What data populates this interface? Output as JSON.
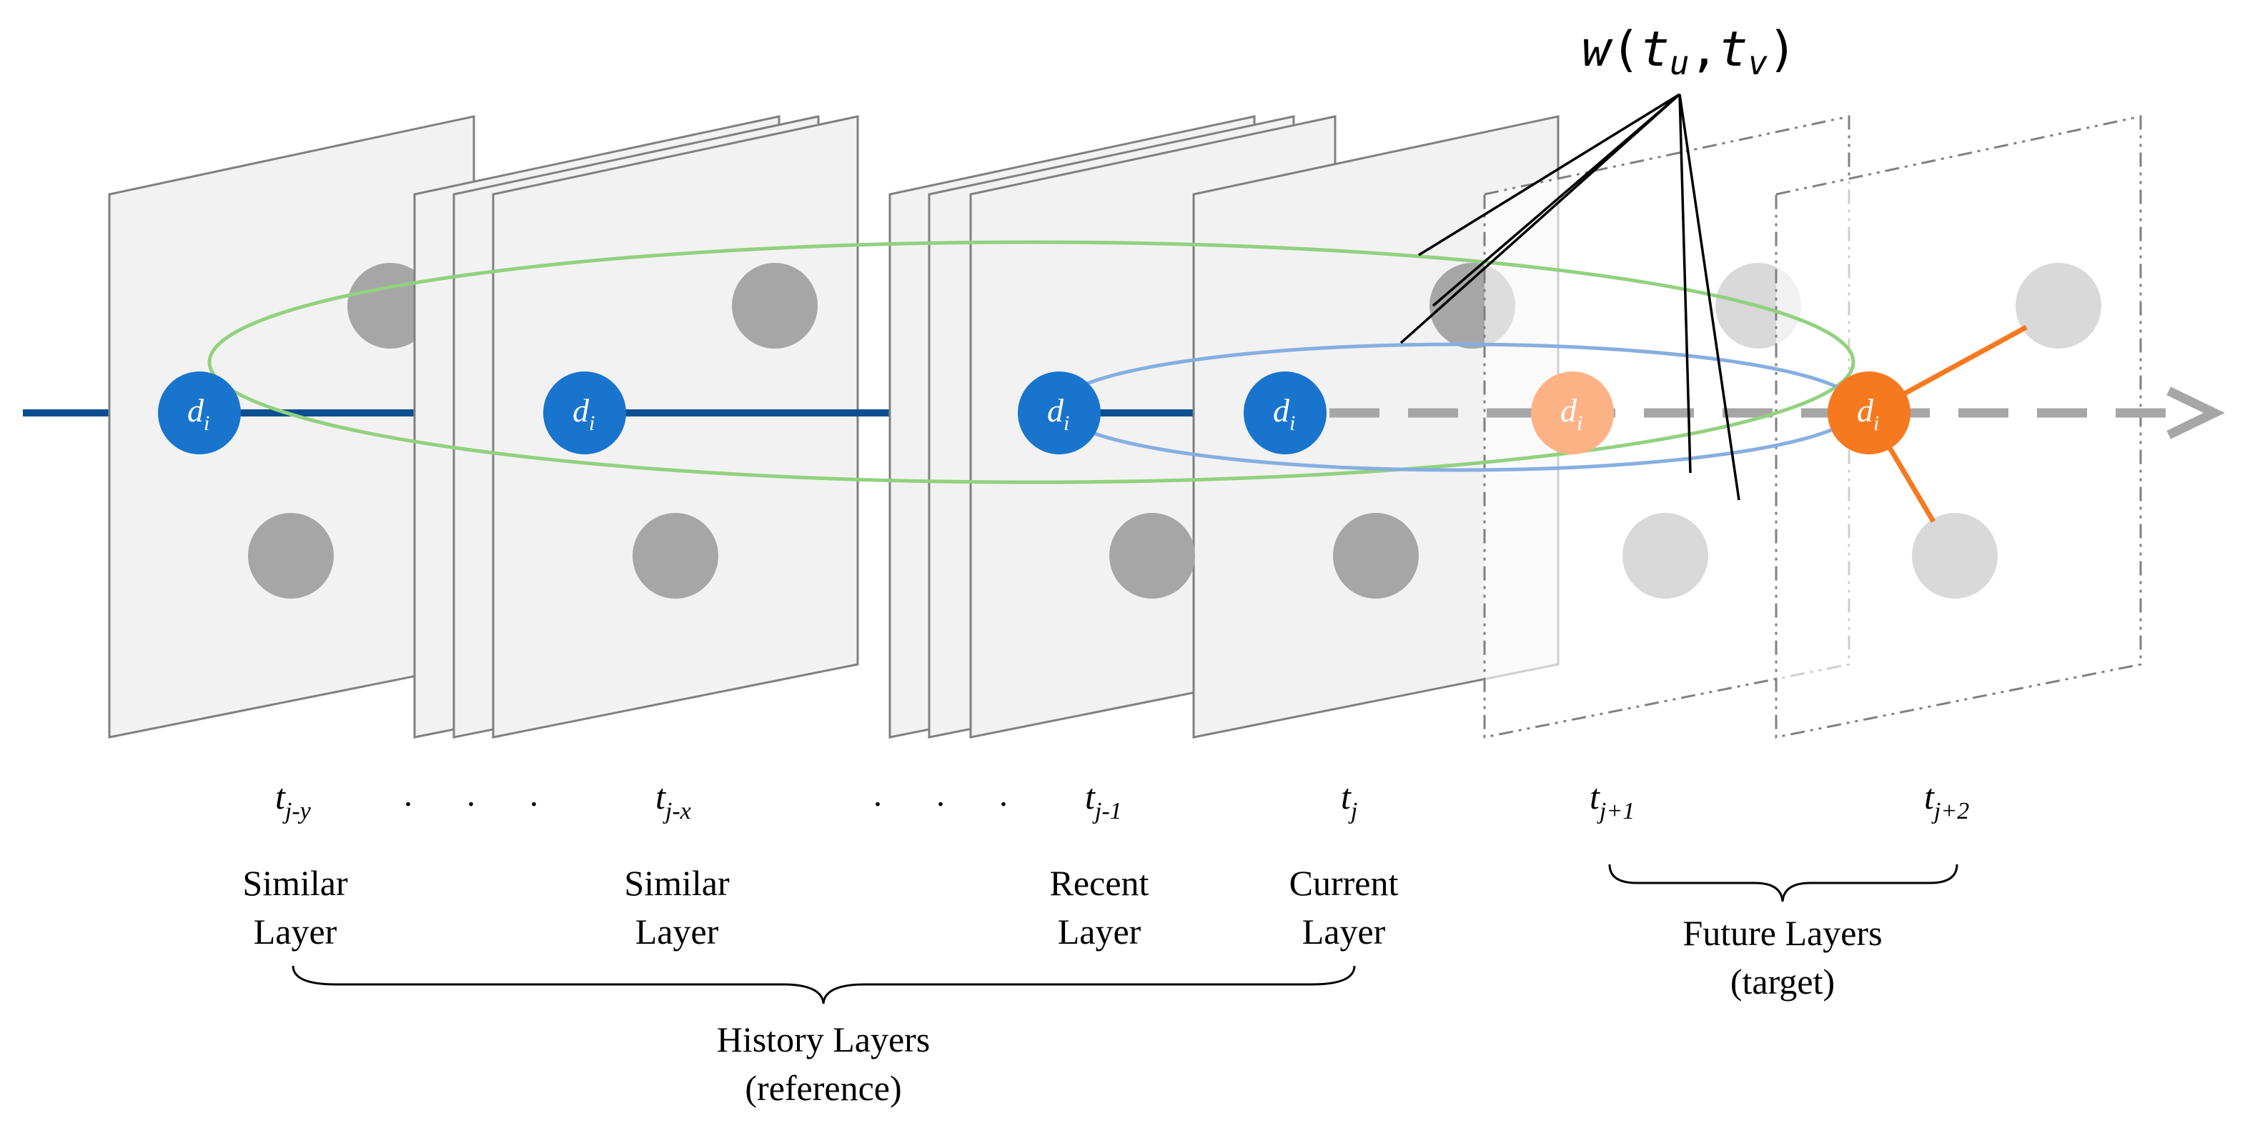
{
  "weight_label": {
    "fn": "w",
    "open": "(",
    "u_base": "t",
    "u_sub": "u",
    "comma": ",",
    "v_base": "t",
    "v_sub": "v",
    "close": ")"
  },
  "node_label": {
    "base": "d",
    "sub": "i"
  },
  "time_labels": [
    {
      "base": "t",
      "sub": "j-y"
    },
    {
      "base": "t",
      "sub": "j-x"
    },
    {
      "base": "t",
      "sub": "j-1"
    },
    {
      "base": "t",
      "sub": "j"
    },
    {
      "base": "t",
      "sub": "j+1"
    },
    {
      "base": "t",
      "sub": "j+2"
    }
  ],
  "ellipsis": ". . .",
  "layer_labels": [
    {
      "line1": "Similar",
      "line2": "Layer"
    },
    {
      "line1": "Similar",
      "line2": "Layer"
    },
    {
      "line1": "Recent",
      "line2": "Layer"
    },
    {
      "line1": "Current",
      "line2": "Layer"
    }
  ],
  "group_labels": {
    "history_line1": "History Layers",
    "history_line2": "(reference)",
    "future_line1": "Future Layers",
    "future_line2": "(target)"
  },
  "colors": {
    "history_node": "#1874cd",
    "timeline_blue": "#0b4f91",
    "future_node_faded": "#fdb286",
    "target_node": "#f7791f",
    "ring_green": "#92d17f",
    "ring_blue": "#86aee0",
    "layer_fill": "#f2f2f2",
    "layer_stroke": "#808080",
    "gray_node": "#a6a6a6",
    "gray_node_faded": "#d9d9d9",
    "timeline_gray": "#a6a6a6"
  }
}
